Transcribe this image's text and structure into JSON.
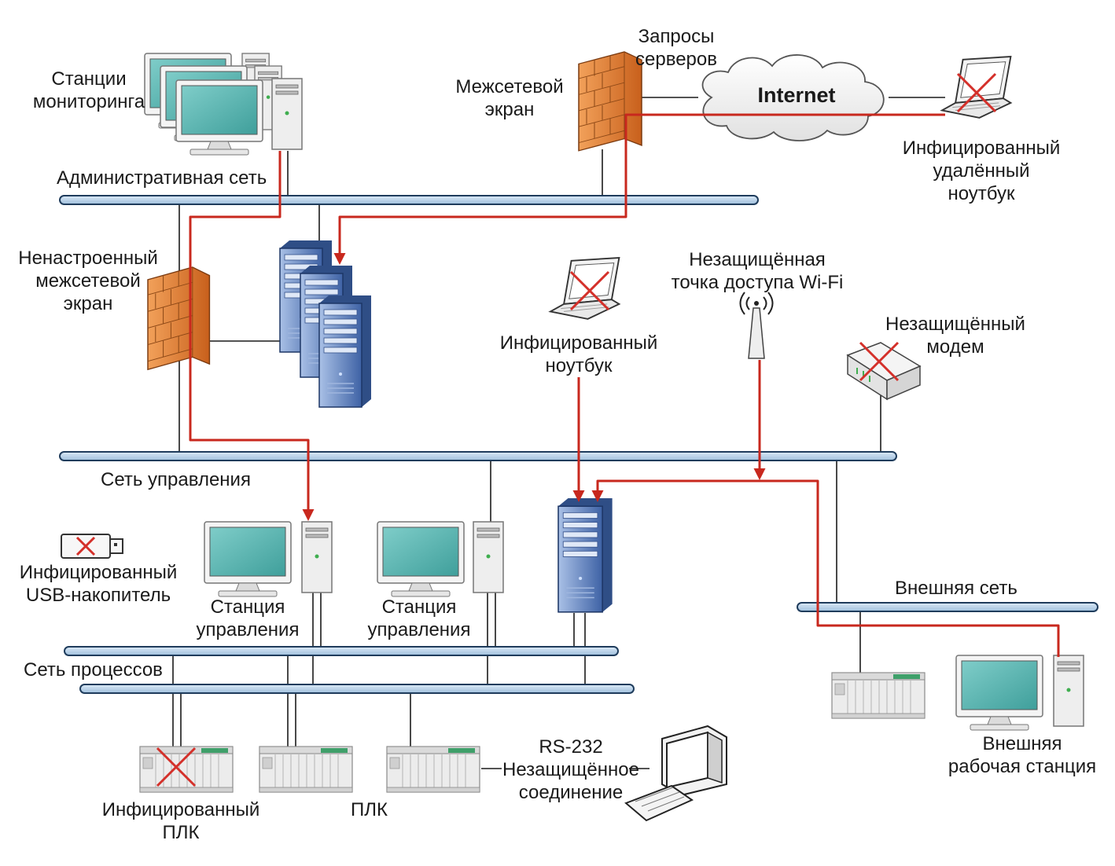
{
  "labels": {
    "monitoring_stations": [
      "Станции",
      "мониторинга"
    ],
    "admin_network": "Административная сеть",
    "firewall": [
      "Межсетевой",
      "экран"
    ],
    "server_requests": [
      "Запросы",
      "серверов"
    ],
    "internet": "Internet",
    "infected_remote_laptop": [
      "Инфицированный",
      "удалённый",
      "ноутбук"
    ],
    "misconfigured_firewall": [
      "Ненастроенный",
      "межсетевой",
      "экран"
    ],
    "infected_laptop": [
      "Инфицированный",
      "ноутбук"
    ],
    "unsecured_wifi": [
      "Незащищённая",
      "точка доступа Wi-Fi"
    ],
    "unsecured_modem": [
      "Незащищённый",
      "модем"
    ],
    "control_network": "Сеть управления",
    "infected_usb": [
      "Инфицированный",
      "USB-накопитель"
    ],
    "control_station_1": [
      "Станция",
      "управления"
    ],
    "control_station_2": [
      "Станция",
      "управления"
    ],
    "external_network": "Внешняя сеть",
    "process_network": "Сеть процессов",
    "rs232": [
      "RS-232",
      "Незащищённое",
      "соединение"
    ],
    "infected_plc": [
      "Инфицированный",
      "ПЛК"
    ],
    "plc": "ПЛК",
    "external_workstation": [
      "Внешняя",
      "рабочая станция"
    ]
  },
  "colors": {
    "attack_path": "#c8281e",
    "bus_fill": "#b9d3ea",
    "bus_stroke": "#1f3c5c",
    "firewall": "#e07a2a",
    "screen": "#5fb8b4",
    "server": "#4f74b3",
    "infected_mark": "#d4302a"
  }
}
